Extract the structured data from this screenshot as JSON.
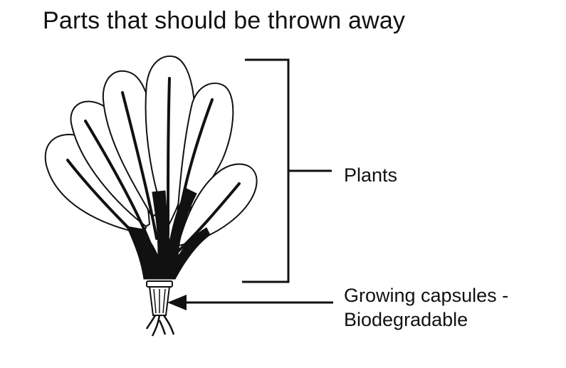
{
  "title": "Parts that should be thrown away",
  "labels": {
    "plants": "Plants",
    "capsules_line1": "Growing capsules -",
    "capsules_line2": "Biodegradable"
  },
  "colors": {
    "ink": "#111111",
    "background": "#ffffff"
  }
}
